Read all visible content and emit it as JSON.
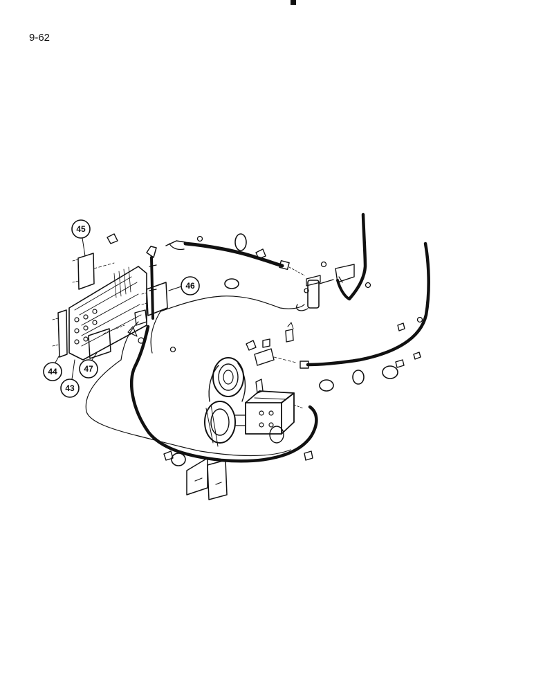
{
  "page": {
    "number": "9-62"
  },
  "callouts": {
    "c43": "43",
    "c44": "44",
    "c45": "45",
    "c46": "46",
    "c47": "47"
  }
}
